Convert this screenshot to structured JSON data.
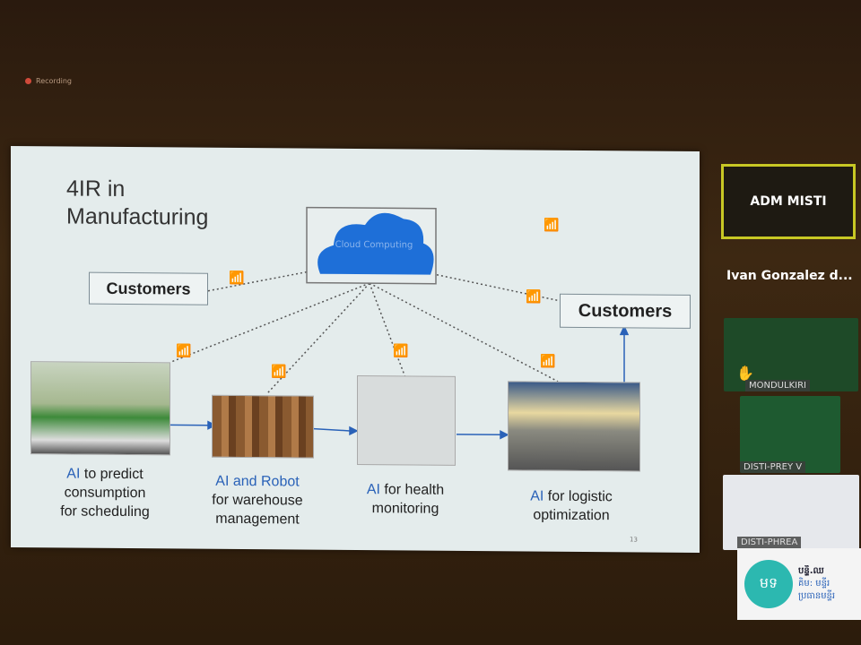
{
  "recording": {
    "label": "Recording"
  },
  "slide": {
    "title_line1": "4IR in",
    "title_line2": "Manufacturing",
    "cloud": "Cloud Computing",
    "customers_left": "Customers",
    "customers_right": "Customers",
    "captions": [
      {
        "ai": "AI",
        "rest1": " to predict",
        "rest2": "consumption",
        "rest3": "for scheduling"
      },
      {
        "ai": "AI and Robot",
        "rest1": "",
        "rest2": "for warehouse",
        "rest3": "management"
      },
      {
        "ai": "AI",
        "rest1": " for health",
        "rest2": "monitoring",
        "rest3": ""
      },
      {
        "ai": "AI",
        "rest1": " for logistic",
        "rest2": "optimization",
        "rest3": ""
      }
    ],
    "page_number": "13"
  },
  "participants": {
    "active": "ADM MISTI",
    "speaker_name": "Ivan Gonzalez d...",
    "tiles": [
      "MONDULKIRI",
      "DISTI-PREY V",
      "DISTI-PHREA"
    ],
    "card": {
      "initials": "មទ",
      "line1": "បន្ទិ.ឈ",
      "line2": "គិម: មន្ទីរ",
      "line3": "ប្រធានមន្ទីរ"
    }
  },
  "colors": {
    "accent_blue": "#1e6fd8",
    "active_border": "#c8c824",
    "avatar": "#2cb8b0"
  }
}
